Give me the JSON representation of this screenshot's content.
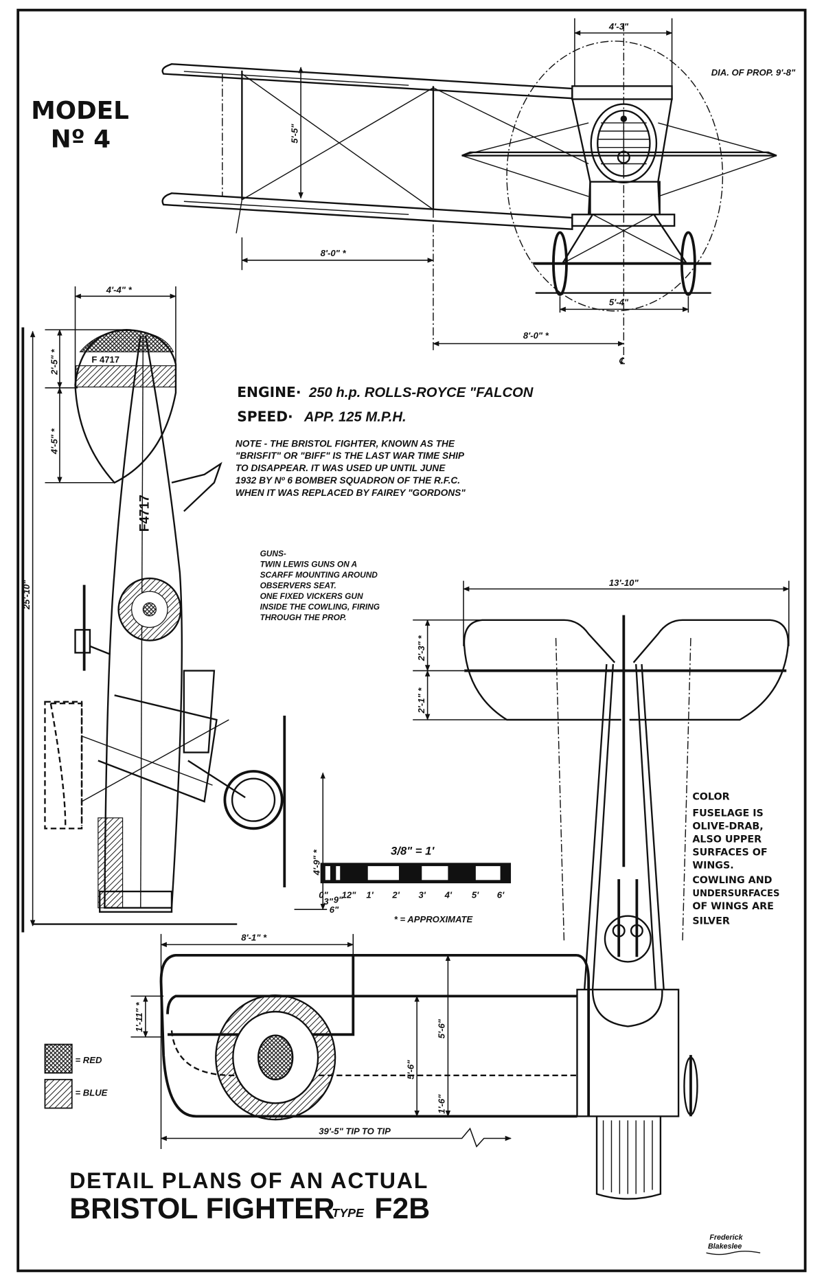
{
  "model_label": {
    "line1": "MODEL",
    "line2": "Nº 4"
  },
  "specs": {
    "engine_label": "ENGINE·",
    "engine_value": "250 h.p. ROLLS-ROYCE \"FALCON",
    "speed_label": "SPEED·",
    "speed_value": "APP. 125 M.P.H."
  },
  "note": [
    "NOTE - THE BRISTOL FIGHTER, KNOWN AS THE",
    "\"BRISFIT\" OR \"BIFF\" IS THE LAST WAR TIME SHIP",
    "TO DISAPPEAR.  IT WAS USED UP UNTIL JUNE",
    "1932 BY Nº 6 BOMBER SQUADRON OF THE R.F.C.",
    "WHEN IT WAS REPLACED BY FAIREY \"GORDONS\""
  ],
  "guns": [
    "GUNS-",
    "TWIN LEWIS GUNS ON A",
    "SCARFF MOUNTING AROUND",
    "OBSERVERS SEAT.",
    "ONE FIXED VICKERS GUN",
    "INSIDE THE COWLING, FIRING",
    "THROUGH THE PROP."
  ],
  "color_note": [
    "COLOR",
    "FUSELAGE IS",
    "OLIVE-DRAB,",
    "ALSO UPPER",
    "SURFACES OF",
    "WINGS.",
    "COWLING AND",
    "UNDERSURFACES",
    "OF WINGS ARE",
    "SILVER"
  ],
  "front_view": {
    "dim_width_top": "4'-3\"",
    "dim_gap": "5'-5\"",
    "dim_strut_spacing": "8'-0\" *",
    "dim_track": "5'-4\"",
    "dim_strut_center": "8'-0\" *",
    "prop_note": "DIA. OF PROP. 9'-8\"",
    "centerline_symbol": "℄"
  },
  "side_view": {
    "dim_rudder_width": "4'-4\" *",
    "dim_rudder_upper": "2'-5\" *",
    "dim_rudder_lower": "4'-5\" *",
    "dim_length": "25'-10\"",
    "dim_nose": "4'-9\" *",
    "serial": "F4717",
    "rudder_serial": "F 4717"
  },
  "plan_view": {
    "dim_tail_span": "13'-10\"",
    "dim_tail_fwd": "2'-3\" *",
    "dim_tail_aft": "2'-1\" *",
    "dim_aileron": "8'-1\" *",
    "dim_aileron_chord": "1'-11\" *",
    "dim_chord_lower": "5'-6\"",
    "dim_chord_upper": "5'-6\"",
    "dim_trailing": "1'-6\"",
    "dim_span": "39'-5\"  TIP TO TIP"
  },
  "scale": {
    "title": "3/8\" = 1'",
    "ticks": [
      "0\"",
      "3\"",
      "6\"",
      "9\"",
      "12\"",
      "1'",
      "2'",
      "3'",
      "4'",
      "5'",
      "6'"
    ],
    "approx_note": "* = APPROXIMATE"
  },
  "legend": [
    {
      "label": "= RED",
      "pattern": "crosshatch"
    },
    {
      "label": "= BLUE",
      "pattern": "diagonal"
    }
  ],
  "title": {
    "line1": "DETAIL PLANS OF AN ACTUAL",
    "line2": "BRISTOL FIGHTER",
    "type_word": "TYPE",
    "type_value": "F2B"
  },
  "signature": {
    "line1": "Frederick",
    "line2": "Blakeslee"
  },
  "colors": {
    "ink": "#111111",
    "paper": "#ffffff"
  }
}
